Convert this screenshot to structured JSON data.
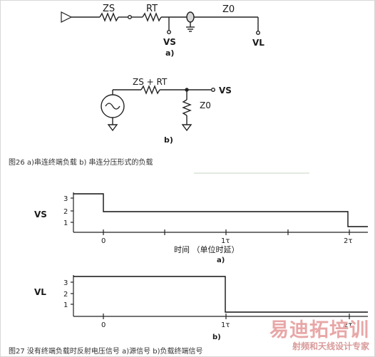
{
  "figure26": {
    "a": {
      "zs_label": "ZS",
      "rt_label": "RT",
      "z0_label": "Z0",
      "vs_label": "VS",
      "vl_label": "VL",
      "sublabel": "a)"
    },
    "b": {
      "series_label": "ZS + RT",
      "vs_label": "VS",
      "z0_label": "Z0",
      "sublabel": "b)"
    },
    "caption": "图26 a)串连终端负载 b) 串连分压形式的负载"
  },
  "figure27": {
    "a": {
      "ylabel": "VS",
      "yticks": [
        "3",
        "2",
        "1"
      ],
      "xticks": [
        "0",
        "1τ",
        "2τ"
      ],
      "xlabel": "时间 （单位时延）",
      "sublabel": "a)"
    },
    "b": {
      "ylabel": "VL",
      "yticks": [
        "3",
        "2",
        "1"
      ],
      "xticks": [
        "0",
        "1τ",
        "2τ"
      ],
      "sublabel": "b)"
    },
    "caption": "图27 没有终端负载时反射电压信号 a)源信号 b)负载终端信号"
  },
  "watermark": {
    "line1": "易迪拓培训",
    "line2": "射频和天线设计专家"
  }
}
